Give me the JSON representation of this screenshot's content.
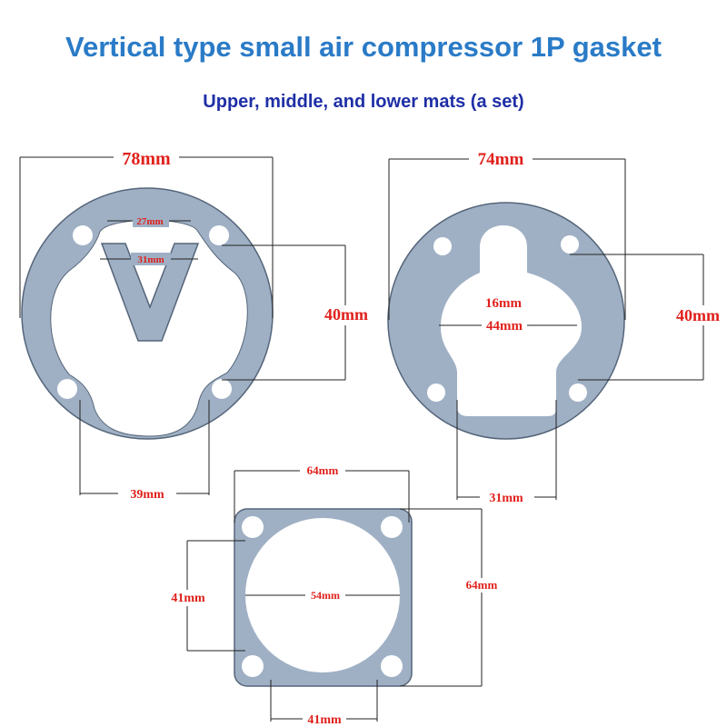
{
  "title": "Vertical type small air compressor 1P gasket",
  "subtitle": "Upper, middle, and lower mats (a set)",
  "colors": {
    "title": "#2a7bc7",
    "subtitle": "#1f2fa6",
    "dimension_text": "#e0201b",
    "gasket": "#9fb0c4"
  },
  "gasket_upper": {
    "outer_diameter": "78mm",
    "inner_top": "27mm",
    "inner_mid": "31mm",
    "hole_spacing_vertical": "40mm",
    "hole_spacing_horizontal": "39mm"
  },
  "gasket_middle": {
    "outer_diameter": "74mm",
    "tab_width": "16mm",
    "opening_width": "44mm",
    "hole_spacing_vertical": "40mm",
    "hole_spacing_horizontal": "31mm"
  },
  "gasket_lower": {
    "width": "64mm",
    "height": "64mm",
    "hole_spacing_vertical": "41mm",
    "hole_spacing_horizontal": "41mm",
    "bore_diameter": "54mm"
  }
}
